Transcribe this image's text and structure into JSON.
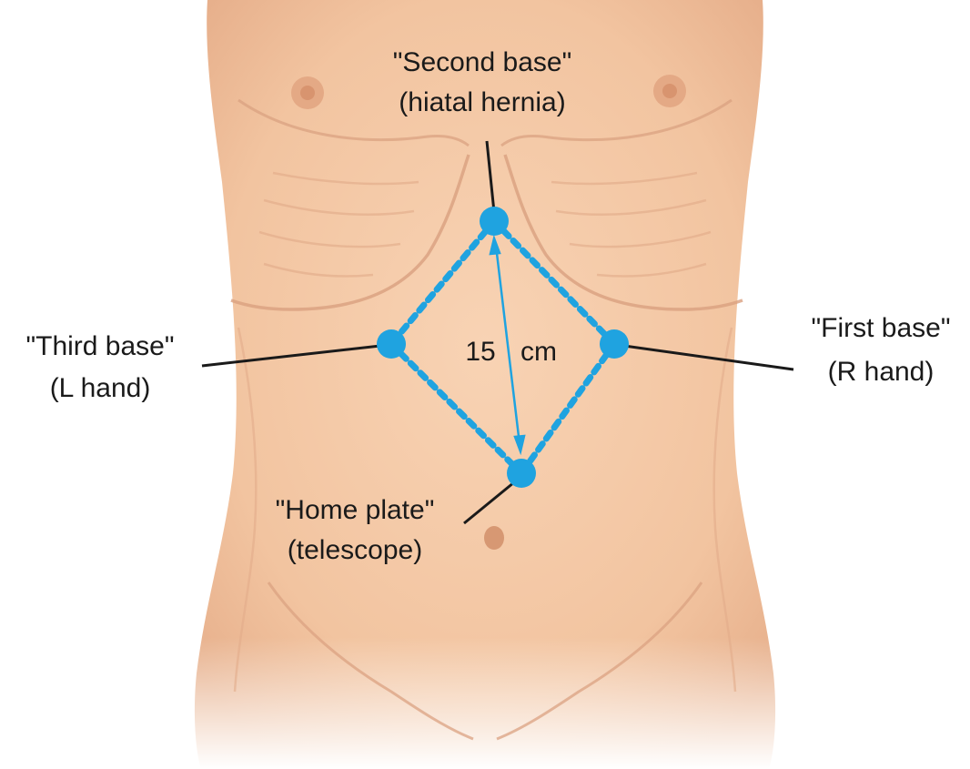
{
  "ports": {
    "second_base": {
      "name": "\"Second base\"",
      "role": "(hiatal hernia)"
    },
    "third_base": {
      "name": "\"Third base\"",
      "role": "(L hand)"
    },
    "first_base": {
      "name": "\"First base\"",
      "role": "(R hand)"
    },
    "home_plate": {
      "name": "\"Home plate\"",
      "role": "(telescope)"
    }
  },
  "distance_label": {
    "value": "15",
    "unit": "cm"
  },
  "colors": {
    "skin": "#f5c9a6",
    "skin_shade": "#e9b290",
    "skin_line": "#d9a07f",
    "port_blue": "#1fa3e0",
    "leader_line": "#1a1a1a"
  }
}
